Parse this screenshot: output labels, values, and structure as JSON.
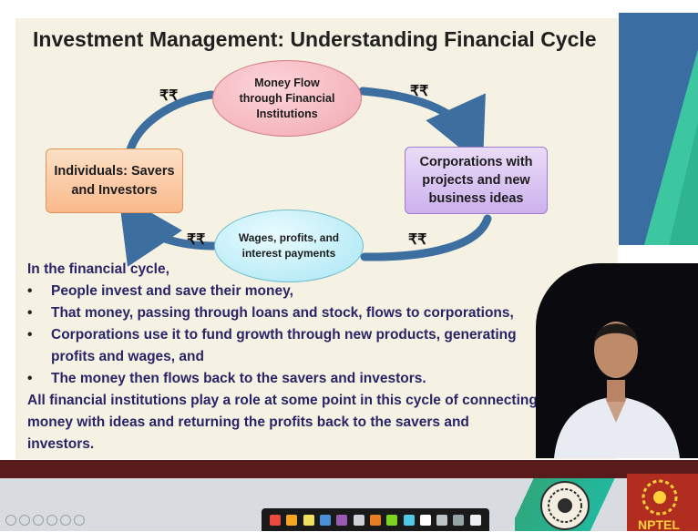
{
  "slide": {
    "title": "Investment Management: Understanding Financial Cycle"
  },
  "diagram": {
    "node_top": [
      "Money Flow",
      "through Financial",
      "Institutions"
    ],
    "node_left": [
      "Individuals: Savers",
      "and Investors"
    ],
    "node_right": [
      "Corporations with",
      "projects and new",
      "business ideas"
    ],
    "node_bottom": [
      "Wages, profits, and",
      "interest payments"
    ],
    "rupee_label": "₹₹"
  },
  "content": {
    "intro": "In the financial cycle,",
    "bullets": [
      "People invest and save their money,",
      "That money, passing through loans and stock, flows to corporations,",
      "Corporations use it to fund growth through new products, generating profits and wages, and",
      "The money then flows back to the savers and investors."
    ],
    "bullet_glyph": "•",
    "closing": "All financial institutions play a role at some point in this cycle of connecting money with ideas and returning the profits back to the savers and investors."
  },
  "footer": {
    "brand": "NPTEL"
  },
  "colors": {
    "slide_bg": "#f6f2e3",
    "body_text": "#2a2467",
    "arrow": "#3d6ea0",
    "bar": "#581a1a",
    "accent_green": "#22b89e",
    "accent_blue": "#3a6ea3"
  }
}
